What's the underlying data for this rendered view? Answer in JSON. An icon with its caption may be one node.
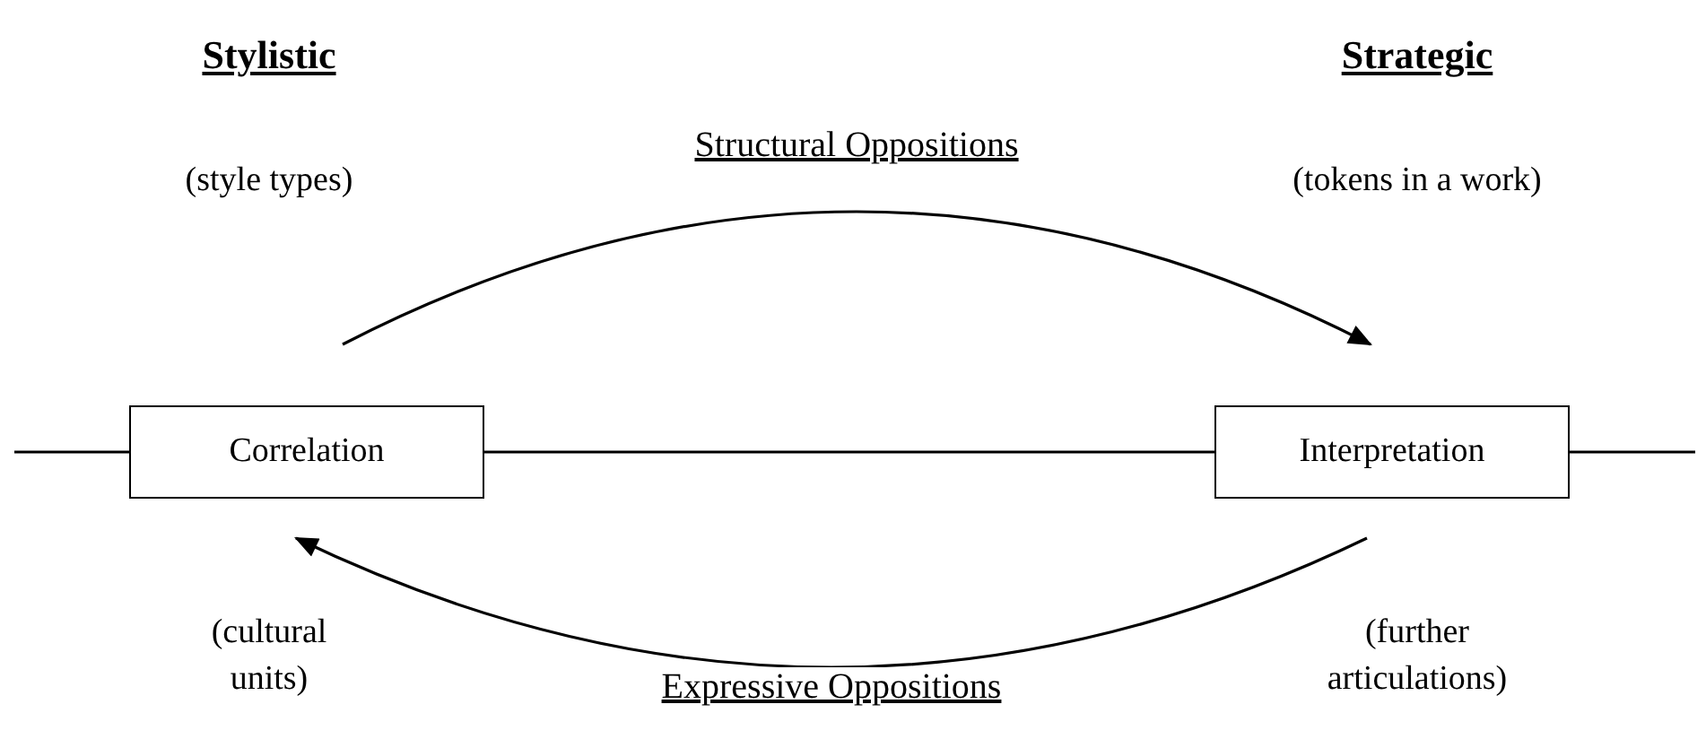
{
  "diagram": {
    "nodes": [
      {
        "text": [
          "Correlation"
        ]
      },
      {
        "text": [
          "Interpretation"
        ]
      }
    ],
    "edges": [
      {
        "from": null,
        "to": 0,
        "arrow": "none"
      },
      {
        "from": 0,
        "to": 1,
        "arrow": "none"
      },
      {
        "from": 1,
        "to": null,
        "arrow": "none"
      },
      {
        "from": 0,
        "to": 1,
        "arrow": "to",
        "label": "Structural Oppositions"
      },
      {
        "from": 1,
        "to": 0,
        "arrow": "to",
        "label": "Expressive Oppositions"
      }
    ],
    "labels": [
      "Stylistic",
      "Strategic",
      "(style types)",
      "(tokens in a work)",
      "(cultural units)",
      "(further articulations)"
    ]
  }
}
